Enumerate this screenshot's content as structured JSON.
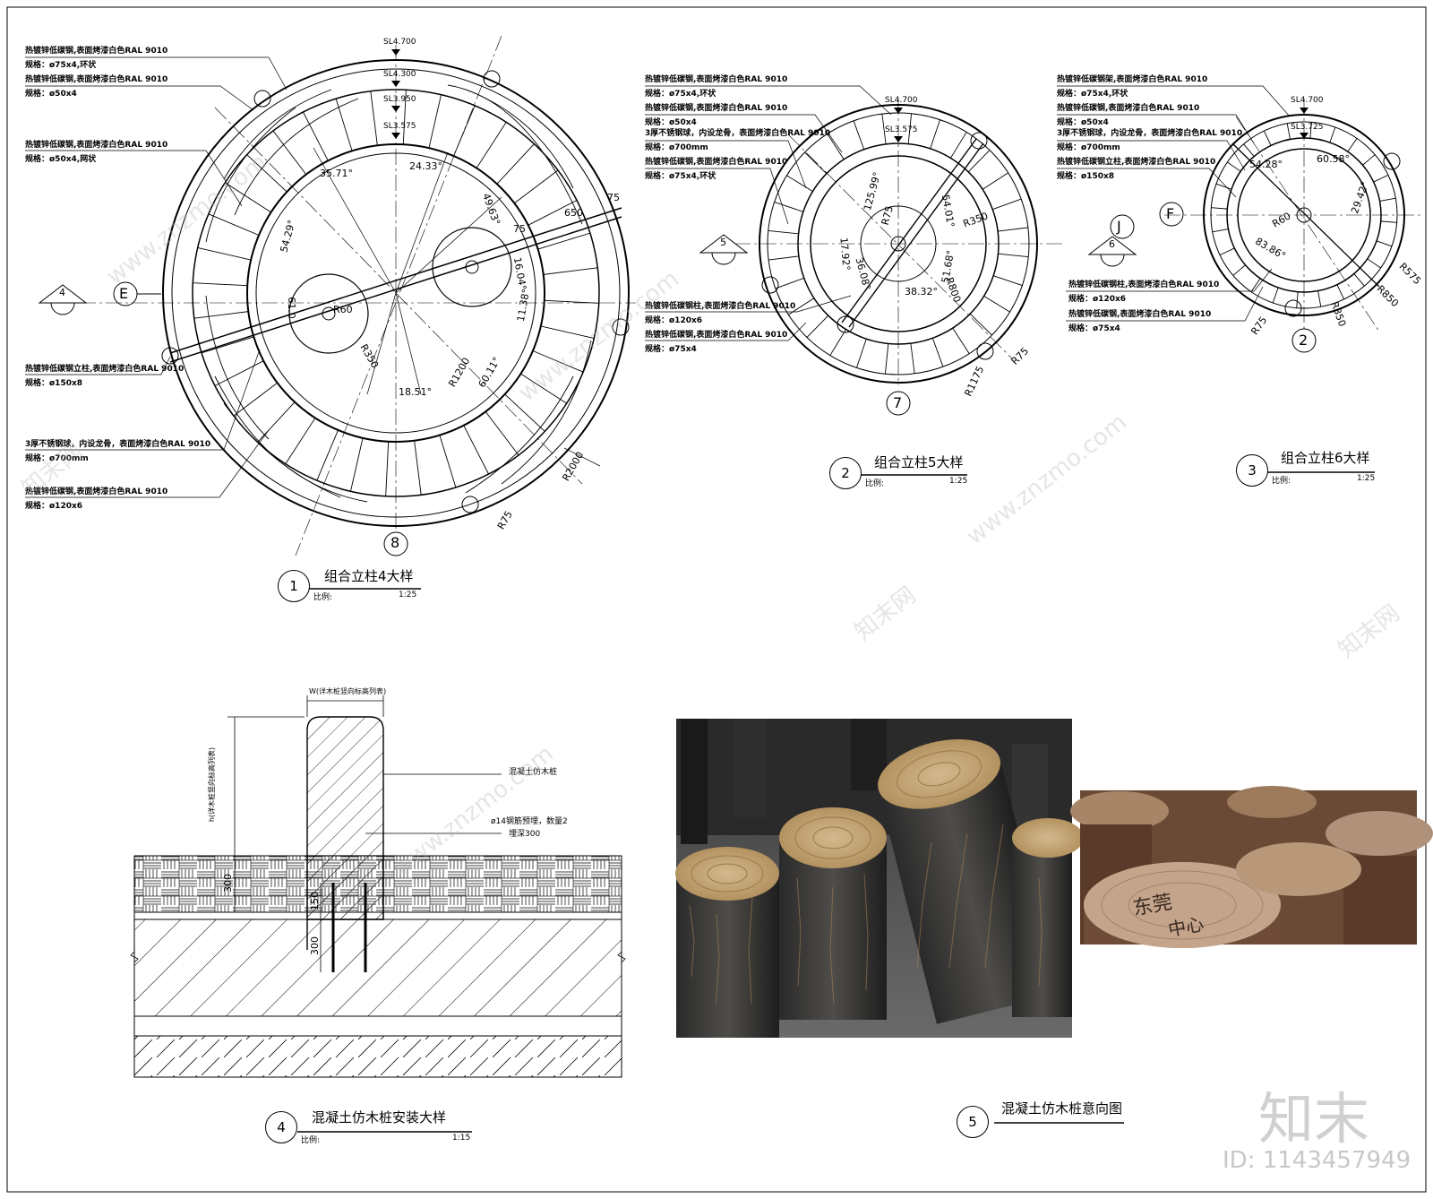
{
  "drawing_1": {
    "number": "1",
    "title": "组合立柱4大样",
    "scale_label": "比例:",
    "scale_value": "1:25",
    "levels": [
      "SL4.700",
      "SL4.300",
      "SL3.950",
      "SL3.575"
    ],
    "axis_labels": [
      "E",
      "8"
    ],
    "section_marker": "4",
    "angles": [
      "35.71°",
      "24.33°",
      "54.29°",
      "49.63°",
      "60.11°",
      "18.51°"
    ],
    "dims": [
      "R60",
      "R350",
      "R1200",
      "R2000",
      "R75",
      "75",
      "650",
      "75",
      "16.04°",
      "11.38°",
      "61.0"
    ],
    "callouts": [
      {
        "line1": "热镀锌低碳钢,表面烤漆白色RAL 9010",
        "line2": "规格：ø75x4,环状"
      },
      {
        "line1": "热镀锌低碳钢,表面烤漆白色RAL 9010",
        "line2": "规格：ø50x4"
      },
      {
        "line1": "热镀锌低碳钢,表面烤漆白色RAL 9010",
        "line2": "规格：ø50x4,网状"
      },
      {
        "line1": "热镀锌低碳钢立柱,表面烤漆白色RAL 9010",
        "line2": "规格：ø150x8"
      },
      {
        "line1": "3厚不锈钢球，内设龙骨，表面烤漆白色RAL 9010",
        "line2": "规格：ø700mm"
      },
      {
        "line1": "热镀锌低碳钢,表面烤漆白色RAL 9010",
        "line2": "规格：ø120x6"
      }
    ]
  },
  "drawing_2": {
    "number": "2",
    "title": "组合立柱5大样",
    "scale_label": "比例:",
    "scale_value": "1:25",
    "levels": [
      "SL4.700",
      "SL3.575"
    ],
    "axis_labels": [
      "J",
      "7"
    ],
    "section_marker": "5",
    "angles": [
      "125.99°",
      "54.01°",
      "17.92°",
      "36.08°",
      "51.68°",
      "38.32°"
    ],
    "dims": [
      "R75",
      "R350",
      "R800",
      "R1175",
      "R75"
    ],
    "callouts_top": [
      {
        "line1": "热镀锌低碳钢,表面烤漆白色RAL 9010",
        "line2": "规格：ø75x4,环状"
      },
      {
        "line1": "热镀锌低碳钢,表面烤漆白色RAL 9010",
        "line2": "规格：ø50x4"
      },
      {
        "line1": "3厚不锈钢球，内设龙骨，表面烤漆白色RAL 9010",
        "line2": "规格：ø700mm"
      },
      {
        "line1": "热镀锌低碳钢,表面烤漆白色RAL 9010",
        "line2": "规格：ø75x4,环状"
      }
    ],
    "callouts_bottom": [
      {
        "line1": "热镀锌低碳钢柱,表面烤漆白色RAL 9010",
        "line2": "规格：ø120x6"
      },
      {
        "line1": "热镀锌低碳钢,表面烤漆白色RAL 9010",
        "line2": "规格：ø75x4"
      }
    ]
  },
  "drawing_3": {
    "number": "3",
    "title": "组合立柱6大样",
    "scale_label": "比例:",
    "scale_value": "1:25",
    "levels": [
      "SL4.700",
      "SL3.725"
    ],
    "axis_labels": [
      "F",
      "2"
    ],
    "section_marker": "6",
    "angles": [
      "54.28°",
      "60.58°",
      "29.42°",
      "83.86°"
    ],
    "dims": [
      "R60",
      "R575",
      "R850",
      "R350",
      "R75"
    ],
    "callouts_top": [
      {
        "line1": "热镀锌低碳钢架,表面烤漆白色RAL 9010",
        "line2": "规格：ø75x4,环状"
      },
      {
        "line1": "热镀锌低碳钢,表面烤漆白色RAL 9010",
        "line2": "规格：ø50x4"
      },
      {
        "line1": "3厚不锈钢球，内设龙骨，表面烤漆白色RAL 9010",
        "line2": "规格：ø700mm"
      },
      {
        "line1": "热镀锌低碳钢立柱,表面烤漆白色RAL 9010",
        "line2": "规格：ø150x8"
      }
    ],
    "callouts_bottom": [
      {
        "line1": "热镀锌低碳钢柱,表面烤漆白色RAL 9010",
        "line2": "规格：ø120x6"
      },
      {
        "line1": "热镀锌低碳钢,表面烤漆白色RAL 9010",
        "line2": "规格：ø75x4"
      }
    ]
  },
  "drawing_4": {
    "number": "4",
    "title": "混凝土仿木桩安装大样",
    "scale_label": "比例:",
    "scale_value": "1:15",
    "top_dim": "W(详木桩竖向标高列表)",
    "side_dim": "h(详木桩竖向标高列表)",
    "label_pile": "混凝土仿木桩",
    "label_rebar": "ø14钢筋预埋，数量2",
    "label_depth": "埋深300",
    "dims": [
      "300",
      "150",
      "300"
    ]
  },
  "drawing_5": {
    "number": "5",
    "title": "混凝土仿木桩意向图",
    "photo_engraving": [
      "东莞",
      "中心"
    ]
  },
  "watermark": {
    "brand": "知末",
    "id_text": "ID: 1143457949",
    "url": "www.znzmo.com",
    "cn": "知末网"
  }
}
